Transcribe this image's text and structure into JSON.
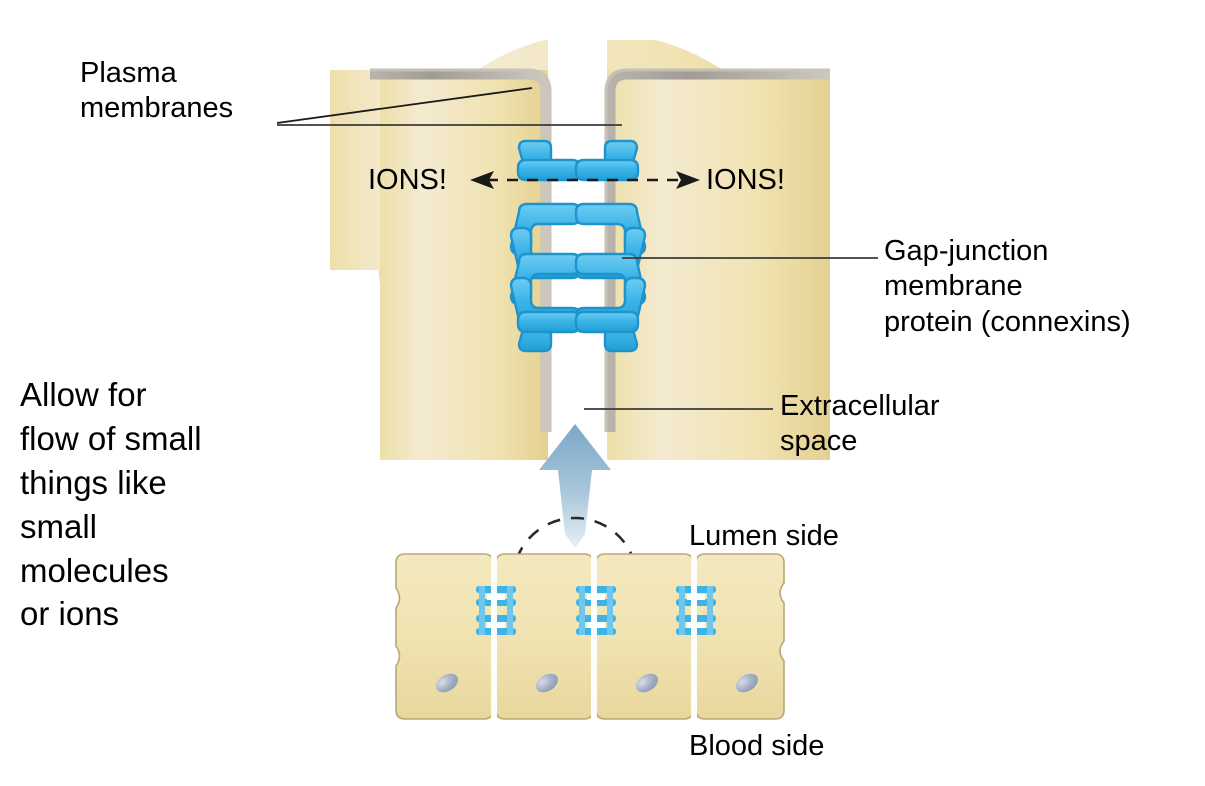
{
  "figure": {
    "title": "Gap junction structure and function diagram",
    "labels": {
      "plasma_membranes": "Plasma\nmembranes",
      "ions_left": "IONS!",
      "ions_right": "IONS!",
      "gap_junction_protein": "Gap-junction\nmembrane\nprotein (connexins)",
      "extracellular_space": "Extracellular\nspace",
      "allow_flow_note": "Allow for\nflow of small\nthings like\nsmall\nmolecules\nor ions",
      "lumen_side": "Lumen side",
      "blood_side": "Blood side"
    },
    "icons": {
      "ion_flow_arrow": "double-headed-dashed-arrow-icon",
      "magnify_arrow": "upward-magnify-arrow-icon",
      "magnify_circle": "dashed-magnifier-circle-icon",
      "connexin": "connexin-channel-icon",
      "nucleus": "nucleus-icon"
    },
    "colors": {
      "cytoplasm_fill": "#f0e2b0",
      "cytoplasm_edge": "#d9c894",
      "membrane_gray": "#9d9a94",
      "membrane_gray_light": "#c9c4ba",
      "connexin_blue": "#3cb4e8",
      "connexin_blue_dark": "#1f93cc",
      "magnify_arrow_blue": "#7ba7c7",
      "nucleus_blue": "#9fabc4",
      "leader_line": "#3a3a3a",
      "background": "#ffffff"
    },
    "counts": {
      "epithelial_cells": 4,
      "gap_junction_clusters": 3,
      "connexin_pairs_in_detail": 4
    }
  }
}
